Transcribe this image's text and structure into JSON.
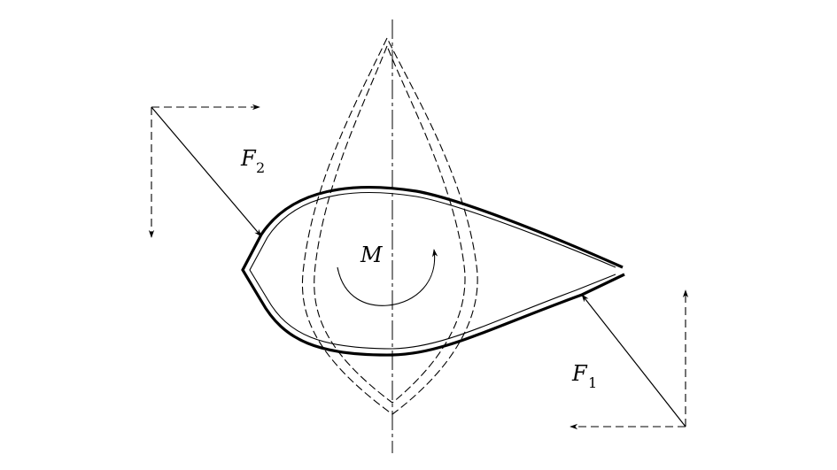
{
  "labels": {
    "force_2": "F",
    "force_2_subscript": "2",
    "force_1": "F",
    "force_1_subscript": "1",
    "moment": "M"
  },
  "colors": {
    "ink": "#000000",
    "background": "#ffffff"
  }
}
